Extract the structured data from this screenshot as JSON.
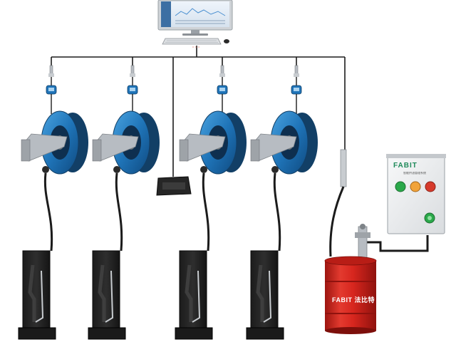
{
  "colors": {
    "reel_blue": "#1f74b8",
    "reel_dark": "#123f66",
    "arm_silver": "#b7bcc2",
    "pipe": "#1b1b1b",
    "drum_red": "#d7261e",
    "panel_face": "#eef0f1",
    "brand_green": "#1f8a5a",
    "lamp_green": "#2aa84a",
    "lamp_orange": "#f1a33a",
    "lamp_red": "#d63a2b"
  },
  "control_panel": {
    "brand": "FABIT",
    "caption": "智能供油管理系统",
    "indicators": [
      "green-lamp",
      "orange-gauge",
      "red-lamp",
      "green-start-button"
    ]
  },
  "oil_drum": {
    "brand": "FABIT 法比特"
  },
  "stations": [
    {
      "id": "station-1"
    },
    {
      "id": "station-2"
    },
    {
      "id": "station-3"
    },
    {
      "id": "station-4"
    }
  ],
  "central_terminal": {
    "device": "computer-monitor",
    "peripherals": [
      "keyboard",
      "mouse"
    ]
  },
  "hub": {
    "device": "control-module"
  }
}
